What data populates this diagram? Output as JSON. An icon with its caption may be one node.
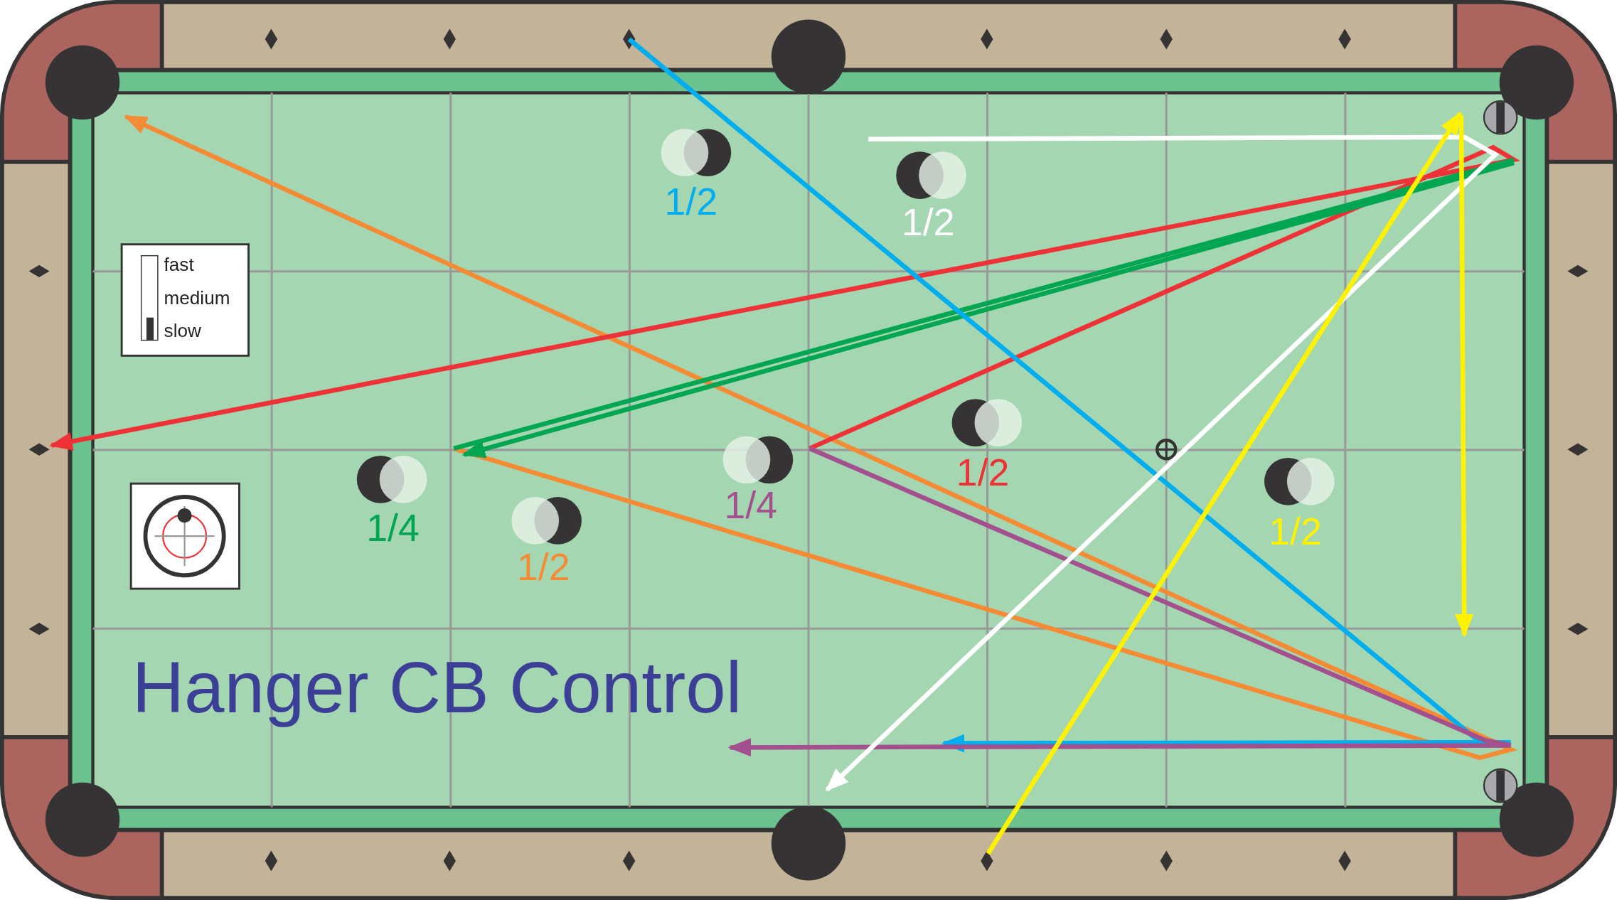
{
  "diagram": {
    "title": "Hanger CB Control",
    "labels": [
      "1/2",
      "1/2",
      "1/2",
      "1/4",
      "1/4",
      "1/2",
      "1/2"
    ],
    "legend": [
      {
        "text": "fast"
      },
      {
        "text": "medium"
      },
      {
        "text": "slow"
      }
    ]
  }
}
